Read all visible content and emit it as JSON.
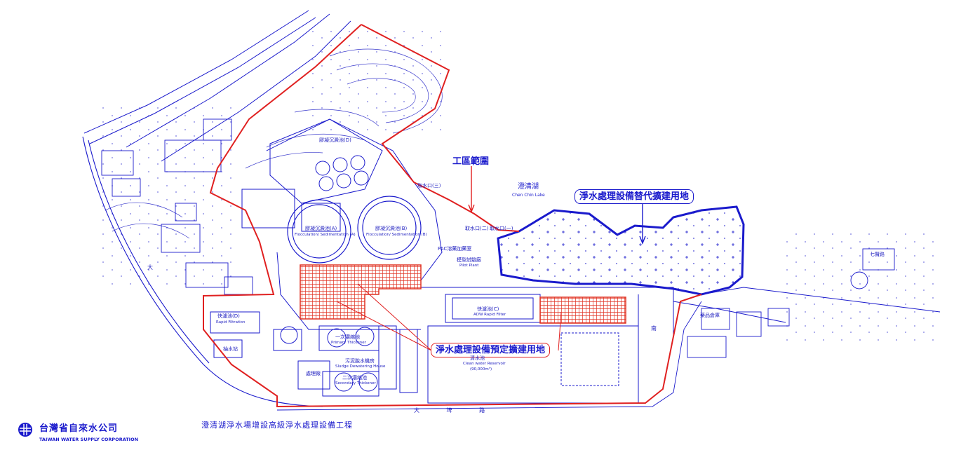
{
  "labels": {
    "work_area": "工區範圍",
    "lake_cn": "澄清湖",
    "lake_en": "Chen Chin Lake",
    "alt_site": "淨水處理設備替代擴建用地",
    "planned_site": "淨水處理設備預定擴建用地",
    "intake_1": "取水口(一)",
    "intake_2": "取水口(二)",
    "intake_3": "取水口(三)",
    "sed_a_cn": "膠凝沉澱池(A)",
    "sed_a_en": "Flocculation/ Sedimentation (A)",
    "sed_b_cn": "膠凝沉澱池(B)",
    "sed_b_en": "Flocculation/ Sedimentation (B)",
    "sed_d_cn": "膠凝沉澱池(D)",
    "pac_cn": "PAC溶藥加藥室",
    "pilot_cn": "模型試驗廠",
    "pilot_en": "Pilot Plant",
    "filter_c_cn": "快濾池(C)",
    "filter_c_en": "ADW Rapid Filter",
    "filter_d_cn": "快濾池(D)",
    "filter_d_en": "Rapid Filtration",
    "clear_cn": "清水池",
    "clear_en": "Clean water Reservoir",
    "clear_cap": "(90,000m³)",
    "primary_cn": "一次濃縮池",
    "primary_en": "Primary Thickener",
    "secondary_cn": "二次濃縮池",
    "secondary_en": "Secondary Thickener",
    "sludge_cn": "污泥脫水機房",
    "sludge_en": "Sludge Dewatering House",
    "sewage_cn": "處理廠",
    "road_cn": "大 埤 路",
    "side_big": "大",
    "side_south": "南",
    "pump_cn": "抽水站",
    "storage_cn": "藥品倉庫",
    "qiji_cn": "七賢路"
  },
  "footer": {
    "company_cn": "台灣省自來水公司",
    "company_en": "TAIWAN WATER SUPPLY CORPORATION",
    "project_title": "澄清湖淨水場增設高級淨水處理設備工程"
  },
  "colors": {
    "line": "#1a1acc",
    "boundary": "#e02020",
    "hatch": "#e03020"
  }
}
